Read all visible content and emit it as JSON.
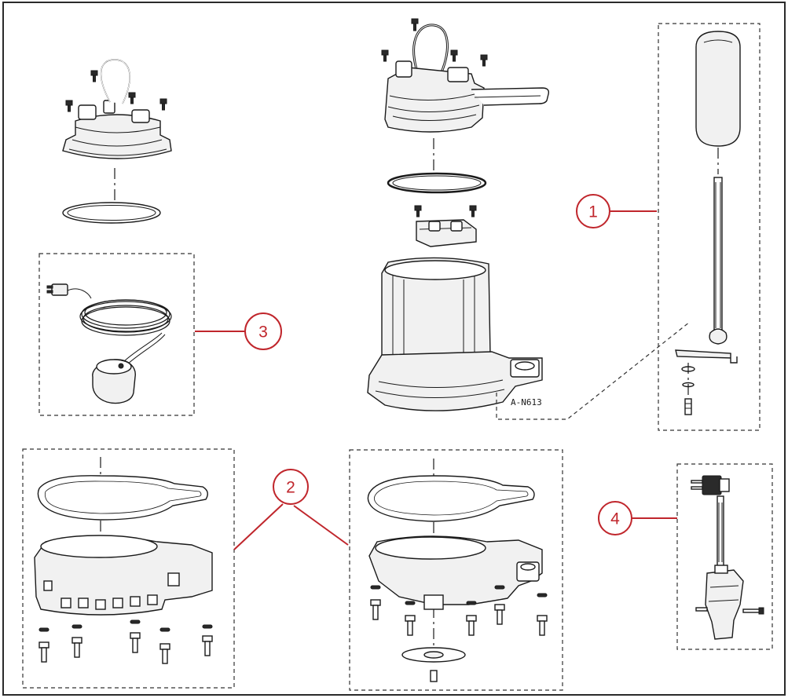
{
  "diagram": {
    "model_label": "A-N613",
    "callouts": [
      {
        "id": "callout-1",
        "label": "1"
      },
      {
        "id": "callout-2",
        "label": "2"
      },
      {
        "id": "callout-3",
        "label": "3"
      },
      {
        "id": "callout-4",
        "label": "4"
      }
    ],
    "colors": {
      "callout": "#c0262c",
      "line": "#1a1a1a",
      "frame": "#2a2a2a"
    }
  }
}
